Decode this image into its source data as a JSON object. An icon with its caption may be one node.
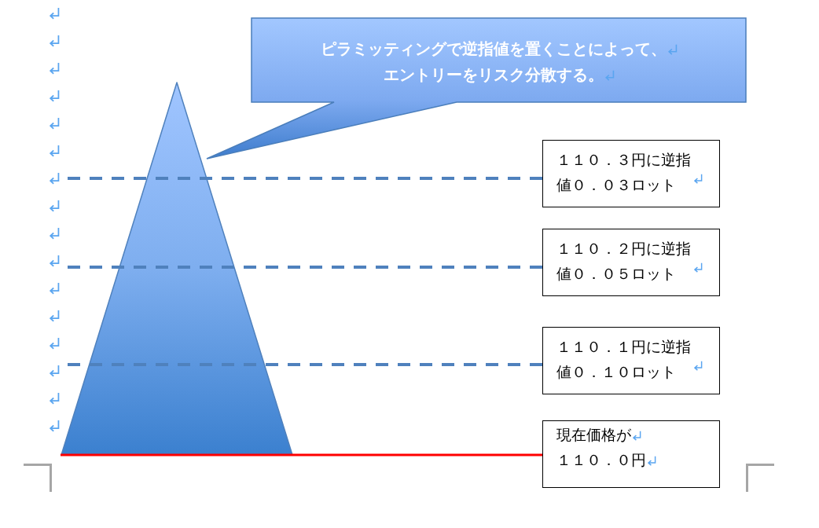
{
  "diagram": {
    "nodes": [
      {
        "text": [
          "ピラミッティングで逆指値を置くことによって、",
          "エントリーをリスク分散する。"
        ]
      },
      {
        "text": [],
        "shape": "triangle"
      },
      {
        "text": [
          "１１０．３円に逆指値０．０３ロット"
        ]
      },
      {
        "text": [
          "１１０．２円に逆指値０．０５ロット"
        ]
      },
      {
        "text": [
          "１１０．１円に逆指値０．１０ロット"
        ]
      },
      {
        "text": [
          "現在価格が",
          "１１０．０円"
        ]
      }
    ],
    "edges": [
      {
        "from": 2,
        "to": 1,
        "arrow": "none",
        "style": "dashed"
      },
      {
        "from": 3,
        "to": 1,
        "arrow": "none",
        "style": "dashed"
      },
      {
        "from": 4,
        "to": 1,
        "arrow": "none",
        "style": "dashed"
      },
      {
        "from": 5,
        "to": 1,
        "arrow": "none",
        "color": "#ff0000"
      }
    ]
  }
}
